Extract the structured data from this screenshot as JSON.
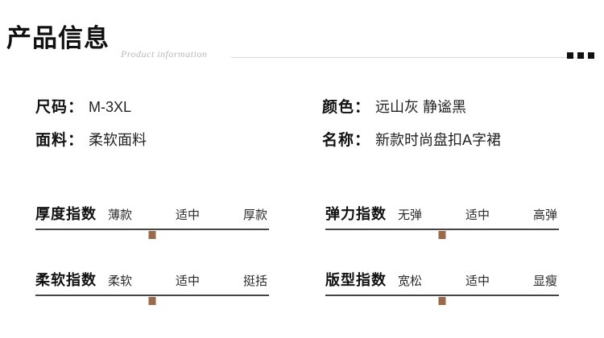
{
  "header": {
    "title": "产品信息",
    "subtitle": "Product information",
    "dots_icon": "more-dots-icon"
  },
  "specs": {
    "left": [
      {
        "label": "尺码：",
        "value": "M-3XL"
      },
      {
        "label": "面料：",
        "value": "柔软面料"
      }
    ],
    "right": [
      {
        "label": "颜色：",
        "value": "远山灰 静谧黑"
      },
      {
        "label": "名称：",
        "value": "新款时尚盘扣A字裙"
      }
    ]
  },
  "meters": [
    {
      "title": "厚度指数",
      "options": [
        "薄款",
        "适中",
        "厚款"
      ],
      "selected_index": 1,
      "marker_percent": 50
    },
    {
      "title": "弹力指数",
      "options": [
        "无弹",
        "适中",
        "高弹"
      ],
      "selected_index": 1,
      "marker_percent": 50
    },
    {
      "title": "柔软指数",
      "options": [
        "柔软",
        "适中",
        "挺括"
      ],
      "selected_index": 1,
      "marker_percent": 50
    },
    {
      "title": "版型指数",
      "options": [
        "宽松",
        "适中",
        "显瘦"
      ],
      "selected_index": 1,
      "marker_percent": 50
    }
  ],
  "colors": {
    "text": "#111111",
    "subtitle": "#b9b9b9",
    "marker": "#9a6a4a",
    "rule": "#d8d8d8"
  }
}
